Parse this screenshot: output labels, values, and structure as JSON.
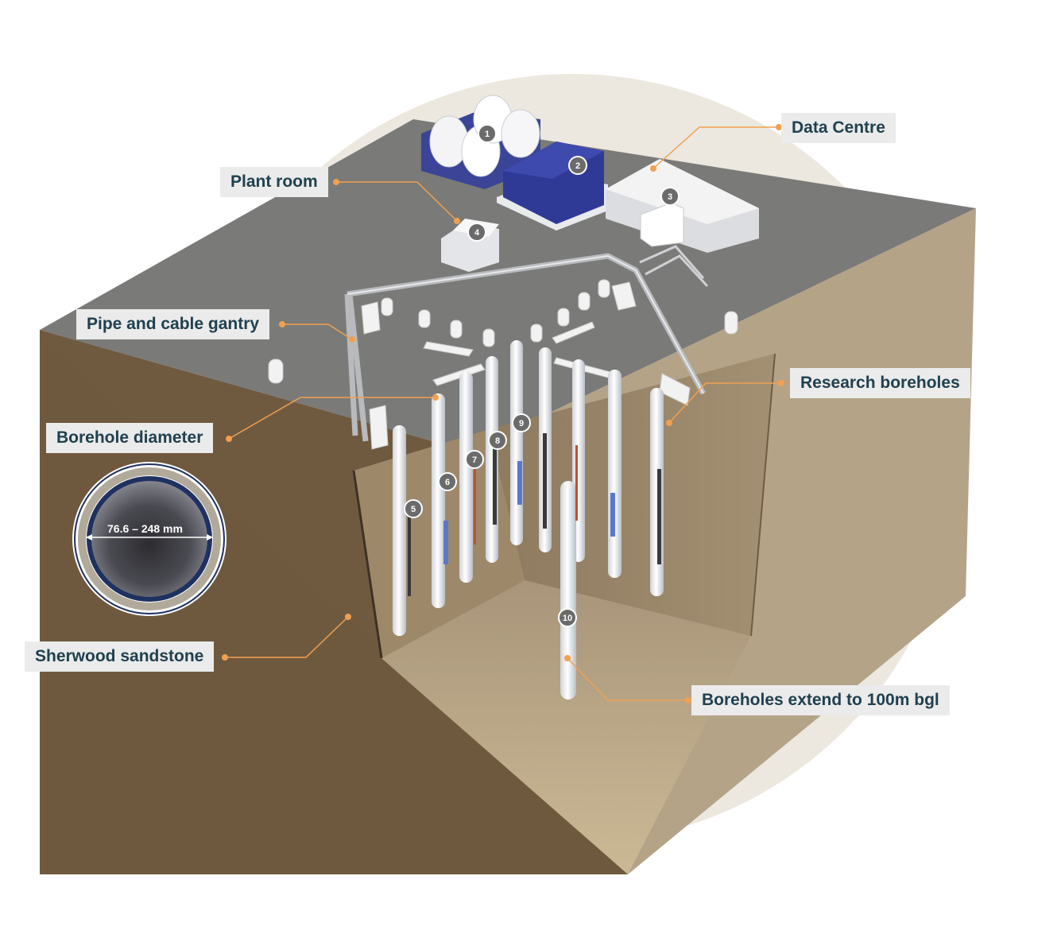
{
  "labels": {
    "data_centre": "Data Centre",
    "plant_room": "Plant room",
    "gantry": "Pipe and cable gantry",
    "research_boreholes": "Research boreholes",
    "borehole_diameter": "Borehole diameter",
    "sherwood": "Sherwood sandstone",
    "depth": "Boreholes extend to 100m bgl"
  },
  "diameter_value": "76.6 – 248 mm",
  "markers": [
    "1",
    "2",
    "3",
    "4",
    "5",
    "6",
    "7",
    "8",
    "9",
    "10"
  ],
  "colors": {
    "accent": "#f0a050",
    "label_text": "#20404f",
    "label_bg": "#ebebeb",
    "ground_top": "#7a7a78",
    "rock_front": "#6f5a40",
    "rock_side": "#b4a387",
    "container_blue": "#2f3a96",
    "ring_navy": "#1e3160"
  }
}
